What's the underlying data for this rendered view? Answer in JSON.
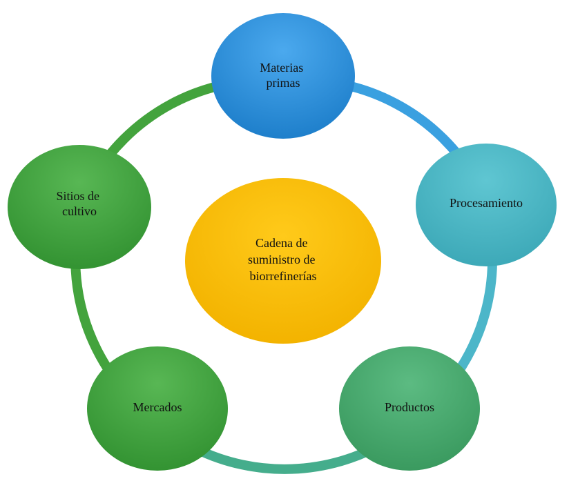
{
  "diagram": {
    "center": {
      "lines": [
        "Cadena de",
        "suministro  de",
        "biorrefinerías"
      ],
      "color": "#FFC000"
    },
    "nodes": [
      {
        "id": "materias-primas",
        "lines": [
          "Materias",
          "primas"
        ],
        "color": "#2E8FDA"
      },
      {
        "id": "procesamiento",
        "lines": [
          "Procesamiento"
        ],
        "color": "#4BB8C6"
      },
      {
        "id": "productos",
        "lines": [
          "Productos"
        ],
        "color": "#47A86C"
      },
      {
        "id": "mercados",
        "lines": [
          "Mercados"
        ],
        "color": "#3FA23C"
      },
      {
        "id": "sitios-de-cultivo",
        "lines": [
          "Sitios de",
          "cultivo"
        ],
        "color": "#3FA23C"
      }
    ],
    "ring_colors": [
      "#3AA0E0",
      "#4CB6C9",
      "#45AD8C",
      "#43A33D",
      "#43A33D"
    ]
  }
}
